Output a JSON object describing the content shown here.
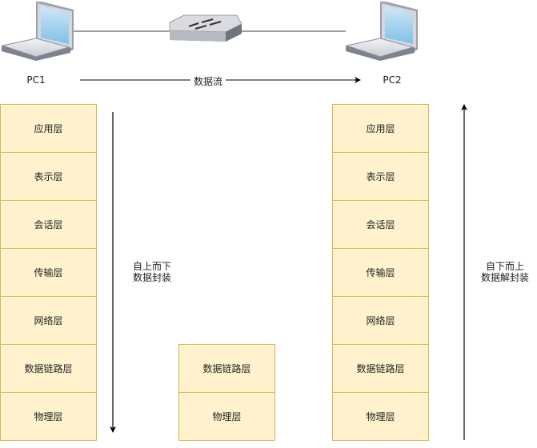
{
  "hosts": {
    "pc1": {
      "label": "PC1",
      "icon": "laptop-icon"
    },
    "pc2": {
      "label": "PC2",
      "icon": "laptop-icon"
    },
    "switch": {
      "icon": "switch-icon"
    }
  },
  "data_flow_label": "数据流",
  "sender_stack": {
    "layers": [
      "应用层",
      "表示层",
      "会话层",
      "传输层",
      "网络层",
      "数据链路层",
      "物理层"
    ],
    "arrow_label_line1": "自上而下",
    "arrow_label_line2": "数据封装"
  },
  "switch_stack": {
    "layers": [
      "数据链路层",
      "物理层"
    ]
  },
  "receiver_stack": {
    "layers": [
      "应用层",
      "表示层",
      "会话层",
      "传输层",
      "网络层",
      "数据链路层",
      "物理层"
    ],
    "arrow_label_line1": "自下而上",
    "arrow_label_line2": "数据解封装"
  },
  "colors": {
    "layer_fill": "#fff2cc",
    "layer_border": "#d6b656"
  }
}
